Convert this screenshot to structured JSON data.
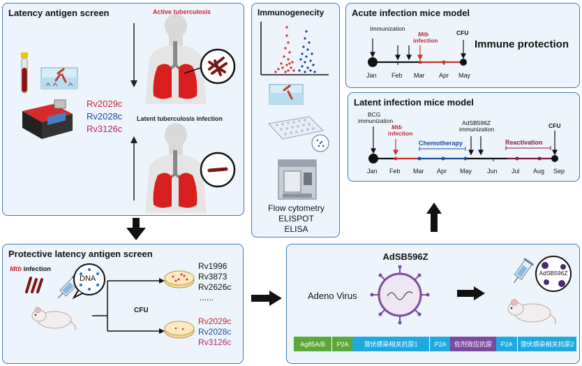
{
  "panel_latency": {
    "title": "Latency antigen screen",
    "active_tb": "Active tuberculosis",
    "latent_tb": "Latent  tuberculosis infection",
    "antigens": [
      "Rv2029c",
      "Rv2028c",
      "Rv3126c"
    ]
  },
  "panel_immuno": {
    "title": "Immunogenecity",
    "methods": [
      "Flow cytometry",
      "ELISPOT",
      "ELISA"
    ]
  },
  "panel_acute": {
    "title": "Acute infection mice model",
    "immunization": "Immunization",
    "mtb": "Mtb",
    "infection": "infection",
    "cfu": "CFU",
    "result": "Immune protection",
    "months": [
      "Jan",
      "Feb",
      "Mar",
      "Apr",
      "May"
    ]
  },
  "panel_latent": {
    "title": "Latent infection mice model",
    "bcg": "BCG",
    "bcg_immunization": "immunization",
    "mtb": "Mtb",
    "infection": "infection",
    "adsb": "AdSB596Z",
    "adsb_immunization": "immunization",
    "chemotherapy": "Chemotherapy",
    "reactivation": "Reactivation",
    "cfu": "CFU",
    "months": [
      "Jan",
      "Feb",
      "Mar",
      "Apr",
      "May",
      "Jun",
      "Jul",
      "Aug",
      "Sep"
    ]
  },
  "panel_protective": {
    "title": "Protective latency antigen screen",
    "mtb": "Mtb",
    "infection": " infection",
    "dna": "DNA",
    "cfu": "CFU",
    "list_top": [
      "Rv1996",
      "Rv3873",
      "Rv2626c",
      "......"
    ],
    "list_bottom": [
      "Rv2029c",
      "Rv2028c",
      "Rv3126c"
    ]
  },
  "panel_adsb": {
    "title": "AdSB596Z",
    "adeno": "Adeno",
    "virus": " Virus",
    "badge": "AdSB596Z",
    "construct": [
      "Ag85A/B",
      "P2A",
      "潜伏感染相关抗原1",
      "P2A",
      "佐剂效应抗原",
      "P2A",
      "潜伏感染相关抗原2"
    ]
  },
  "colors": {
    "panel_border": "#3e7bbf",
    "panel_fill": "#edf4fb",
    "red_text": "#c4263a",
    "blue_text": "#1c4d9e",
    "pink_text": "#c01f63",
    "construct_green": "#5aa83a",
    "construct_cyan": "#1fa9df",
    "construct_purple": "#7a4aa0"
  }
}
